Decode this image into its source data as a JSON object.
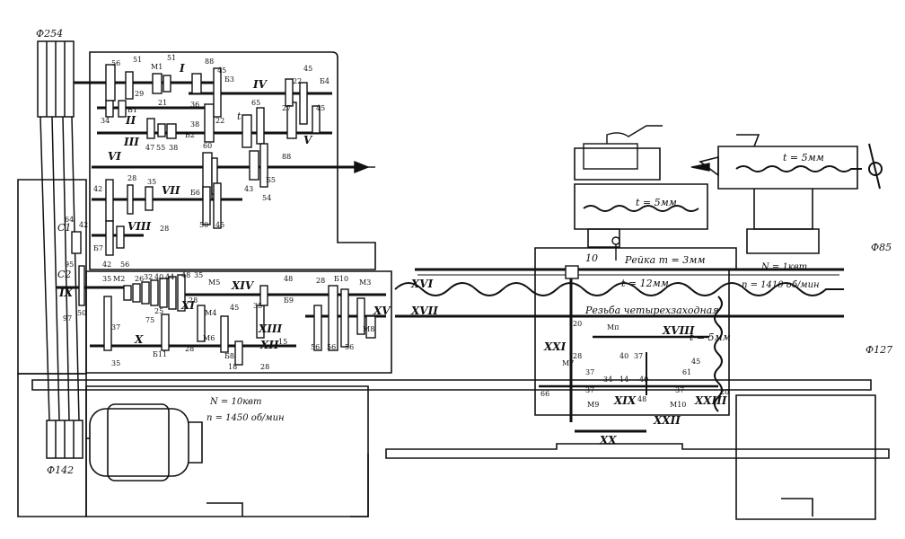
{
  "pulleys": {
    "spindle_pulley": "Ф254",
    "motor_pulley": "Ф142",
    "feed_pulley_top": "Ф85",
    "feed_pulley_bottom": "Ф127"
  },
  "main_motor": {
    "power": "N = 10квт",
    "speed": "n = 1450 об/мин"
  },
  "feed_motor": {
    "power": "N = 1квт",
    "speed": "n = 1410 об/мин"
  },
  "leadscrew": {
    "pitch": "t = 12мм"
  },
  "rack": {
    "label": "Рейка m = 3мм"
  },
  "cross_slide_screw": {
    "pitch": "t = 5мм"
  },
  "tailstock_screw": {
    "pitch": "t = 5мм"
  },
  "apron_screw": {
    "pitch": "t = 5мм"
  },
  "thread_note": "Резьба четырехзаходная",
  "carriage_gear": "10",
  "shafts": [
    "I",
    "II",
    "III",
    "IV",
    "V",
    "VI",
    "VII",
    "VIII",
    "IX",
    "X",
    "XI",
    "XII",
    "XIII",
    "XIV",
    "XV",
    "XVI",
    "XVII",
    "XVIII",
    "XIX",
    "XX",
    "XXI",
    "XXII",
    "XXIII"
  ],
  "gear_counts": {
    "headstock": [
      "56",
      "51",
      "51",
      "29",
      "21",
      "36",
      "34",
      "38",
      "47",
      "55",
      "38",
      "88",
      "45",
      "22",
      "22",
      "65",
      "45",
      "27",
      "45",
      "88",
      "60",
      "28",
      "35",
      "43",
      "54",
      "42",
      "50",
      "45"
    ],
    "quick_change": [
      "64",
      "95",
      "97",
      "42",
      "42",
      "56",
      "28",
      "50",
      "35",
      "26",
      "32",
      "40",
      "44",
      "48",
      "35",
      "28",
      "25",
      "75",
      "45",
      "35",
      "18",
      "28",
      "56",
      "56",
      "56",
      "15",
      "37",
      "35",
      "28",
      "48",
      "28"
    ],
    "apron": [
      "20",
      "28",
      "66",
      "37",
      "37",
      "34",
      "14",
      "40",
      "37",
      "40",
      "37",
      "48",
      "45",
      "61",
      "20"
    ]
  },
  "couplings": [
    "М1",
    "М2",
    "М3",
    "М4",
    "М5",
    "М6",
    "М7",
    "М8",
    "М9",
    "М10",
    "Мп"
  ],
  "blocks": [
    "Б1",
    "Б2",
    "Б3",
    "Б4",
    "Б5",
    "Б6",
    "Б7",
    "Б8",
    "Б9",
    "Б10",
    "Б11"
  ],
  "labels": {
    "c1": "C1",
    "c2": "C2",
    "t_cross": "t"
  }
}
